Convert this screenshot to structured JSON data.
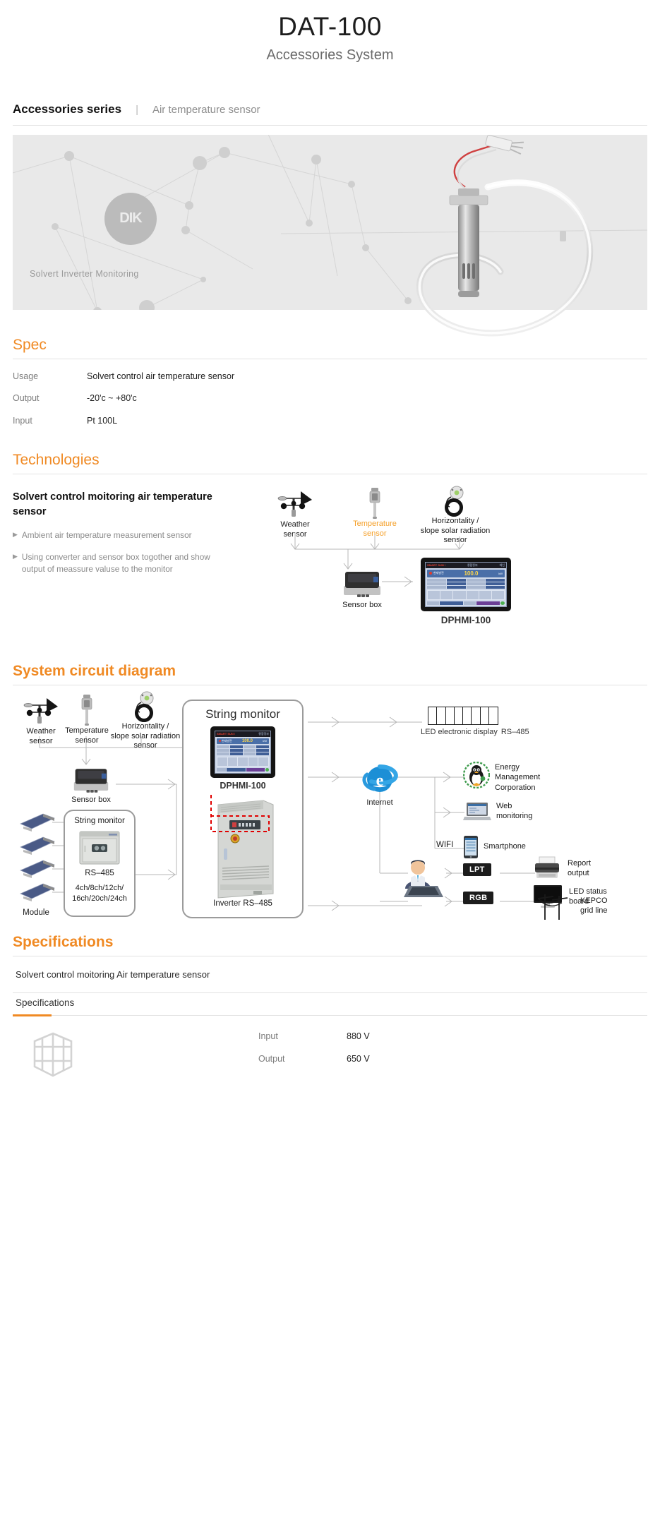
{
  "header": {
    "title": "DAT-100",
    "subtitle": "Accessories System"
  },
  "breadcrumb": {
    "series": "Accessories series",
    "separator": "|",
    "product": "Air temperature sensor"
  },
  "hero": {
    "logo_text": "DIK",
    "caption": "Solvert Inverter Monitoring"
  },
  "spec": {
    "heading": "Spec",
    "rows": [
      {
        "label": "Usage",
        "value": "Solvert control air temperature sensor"
      },
      {
        "label": "Output",
        "value": "-20'c ~ +80'c"
      },
      {
        "label": "Input",
        "value": "Pt 100L"
      }
    ]
  },
  "technologies": {
    "heading": "Technologies",
    "title": "Solvert control moitoring air temperature sensor",
    "bullets": [
      "Ambient air temperature measurement sensor",
      "Using converter and sensor box togother and show output of meassure valuse to the monitor"
    ],
    "bullet_marker": "▶",
    "diagram": {
      "sensors": [
        {
          "label": "Weather\nsensor",
          "icon": "weather-vane-icon",
          "highlight": false
        },
        {
          "label": "Temperature\nsensor",
          "icon": "temperature-probe-icon",
          "highlight": true
        },
        {
          "label": "Horizontality /\nslope solar radiation\nsensor",
          "icon": "pyranometer-icon",
          "highlight": false
        }
      ],
      "sensor_box_label": "Sensor box",
      "monitor_label": "DPHMI-100"
    }
  },
  "hmi_screen": {
    "brand": "SMART SUN /",
    "titlebar": "종합정보",
    "corner": "메인",
    "main_label": "현재발전",
    "main_value": "100.0",
    "main_unit": "kW"
  },
  "circuit": {
    "heading": "System circuit diagram",
    "sensors": [
      {
        "label": "Weather\nsensor",
        "icon": "weather-vane-icon"
      },
      {
        "label": "Temperature\nsensor",
        "icon": "temperature-probe-icon"
      },
      {
        "label": "Horizontality /\nslope solar radiation  sensor",
        "icon": "pyranometer-icon"
      }
    ],
    "sensor_box_label": "Sensor box",
    "module_label": "Module",
    "string_box": {
      "title": "String monitor",
      "protocol": "RS–485",
      "channels": "4ch/8ch/12ch/\n16ch/20ch/24ch"
    },
    "center_box": {
      "title": "String monitor",
      "monitor_label": "DPHMI-100",
      "inverter_label": "Inverter RS–485"
    },
    "internet_label": "Internet",
    "wifi_label": "WIFI",
    "outputs": [
      {
        "label": "LED electronic display",
        "suffix": "RS–485",
        "icon": "led-display-icon"
      },
      {
        "label": "Energy\nManagement\nCorporation",
        "icon": "penguin-icon"
      },
      {
        "label": "Web\nmonitoring",
        "icon": "laptop-icon"
      },
      {
        "label": "Smartphone",
        "icon": "smartphone-icon"
      },
      {
        "label": "Report\noutput",
        "icon": "printer-icon",
        "port": "LPT"
      },
      {
        "label": "LED status\nboard",
        "icon": "monitor-icon",
        "port": "RGB"
      },
      {
        "label": "KEPCO\ngrid line",
        "icon": "power-line-icon"
      }
    ]
  },
  "specifications": {
    "heading": "Specifications",
    "summary": "Solvert control moitoring Air temperature sensor",
    "tab_label": "Specifications",
    "rows": [
      {
        "label": "Input",
        "value": "880 V"
      },
      {
        "label": "Output",
        "value": "650 V"
      }
    ]
  },
  "colors": {
    "accent": "#f08a24",
    "accent_light": "#f5a02a",
    "rule": "#e2e2e2",
    "hero_bg": "#e9e9e9"
  }
}
